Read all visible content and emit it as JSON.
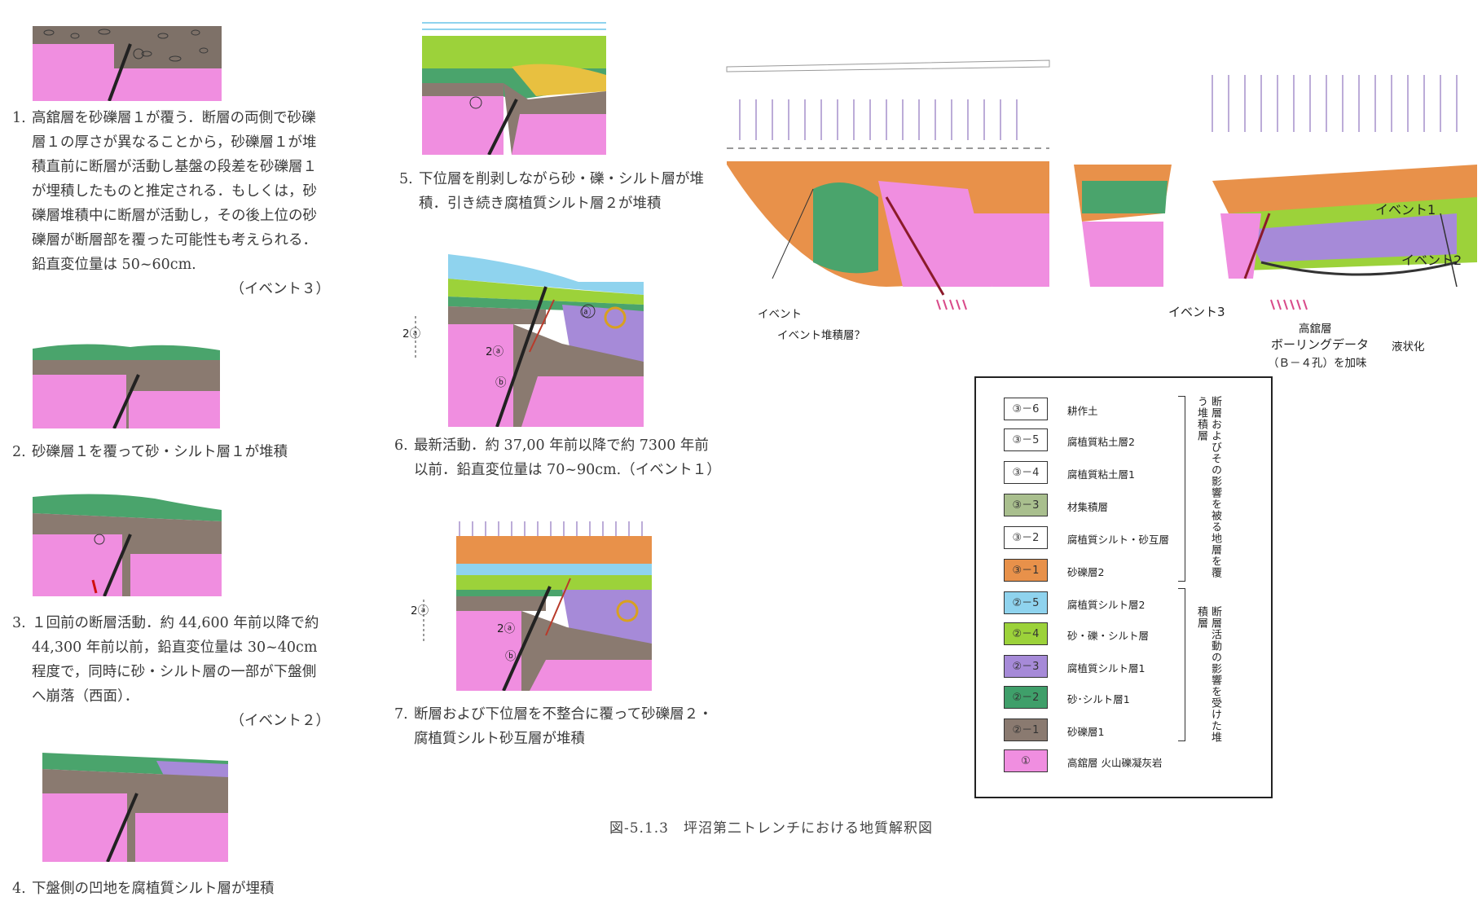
{
  "captions": {
    "c1": {
      "num": "1.",
      "text": "高舘層を砂礫層１が覆う．断層の両側で砂礫層１の厚さが異なることから，砂礫層１が堆積直前に断層が活動し基盤の段差を砂礫層１が埋積したものと推定される．もしくは，砂礫層堆積中に断層が活動し，その後上位の砂礫層が断層部を覆った可能性も考えられる．鉛直変位量は 50~60cm.",
      "event": "（イベント３）"
    },
    "c2": {
      "num": "2.",
      "text": "砂礫層１を覆って砂・シルト層１が堆積"
    },
    "c3": {
      "num": "3.",
      "text": "１回前の断層活動．約 44,600 年前以降で約 44,300 年前以前，鉛直変位量は 30~40cm 程度で，同時に砂・シルト層の一部が下盤側へ崩落（西面）．",
      "event": "（イベント２）"
    },
    "c4": {
      "num": "4.",
      "text": "下盤側の凹地を腐植質シルト層が埋積"
    },
    "c5": {
      "num": "5.",
      "text": "下位層を削剥しながら砂・礫・シルト層が堆積．引き続き腐植質シルト層２が堆積"
    },
    "c6": {
      "num": "6.",
      "text": "最新活動．約 37,00 年前以降で約 7300 年前以前．鉛直変位量は 70~90cm.（イベント１）"
    },
    "c7": {
      "num": "7.",
      "text": "断層および下位層を不整合に覆って砂礫層２・腐植質シルト砂互層が堆積"
    }
  },
  "diagram_marks": {
    "a": "ⓐ",
    "b": "ⓑ",
    "two_a": "2ⓐ"
  },
  "trench_labels": {
    "event": "イベント",
    "event_deposit": "イベント堆積層？",
    "event1": "イベント1",
    "event2": "イベント2",
    "event3": "イベント3",
    "takadate": "高舘層",
    "boring": "ボーリングデータ",
    "boring_note": "（Ｂ－４孔）を加味",
    "liquefaction": "液状化"
  },
  "legend": {
    "items": [
      {
        "code": "③－6",
        "name": "耕作土",
        "color": "#ffffff"
      },
      {
        "code": "③－5",
        "name": "腐植質粘土層2",
        "color": "#ffffff"
      },
      {
        "code": "③－4",
        "name": "腐植質粘土層1",
        "color": "#ffffff"
      },
      {
        "code": "③－3",
        "name": "材集積層",
        "color": "#a9bf8e"
      },
      {
        "code": "③－2",
        "name": "腐植質シルト・砂互層",
        "color": "#ffffff"
      },
      {
        "code": "③－1",
        "name": "砂礫層2",
        "color": "#e8914a"
      },
      {
        "code": "②－5",
        "name": "腐植質シルト層2",
        "color": "#8fd3ee"
      },
      {
        "code": "②－4",
        "name": "砂・礫・シルト層",
        "color": "#9cd23a"
      },
      {
        "code": "②－3",
        "name": "腐植質シルト層1",
        "color": "#a68ad8"
      },
      {
        "code": "②－2",
        "name": "砂･シルト層1",
        "color": "#3f9f6a"
      },
      {
        "code": "②－1",
        "name": "砂礫層1",
        "color": "#8a7a70"
      },
      {
        "code": "①",
        "name": "高舘層 火山礫凝灰岩",
        "color": "#f08ee0"
      }
    ],
    "group_upper": "断層およびその影響を被る地層を覆う堆積層",
    "group_lower": "断層活動の影響を受けた堆積層"
  },
  "figure_caption": "図-5.1.3　坪沼第二トレンチにおける地質解釈図"
}
